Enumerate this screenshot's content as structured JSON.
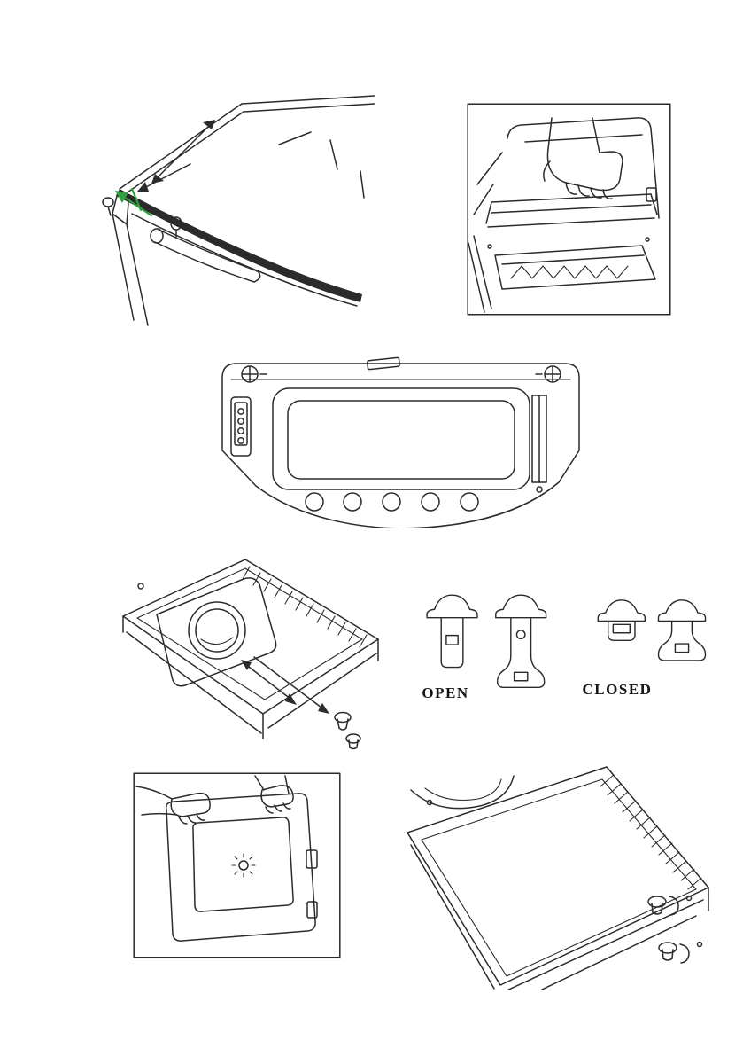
{
  "page": {
    "kind": "appliance-manual-illustration-page",
    "background": "#ffffff",
    "ink": "#2b2b2b",
    "accent_green": "#2fa03c"
  },
  "labels": {
    "open": "OPEN",
    "closed": "CLOSED"
  },
  "figures": [
    {
      "id": "lid-corner-detail",
      "alt": "Corner of glass lid with two black arrows and a green locating arrow at hinge"
    },
    {
      "id": "grill-shelf-hand",
      "alt": "Hand gripping grill shelf rail inside compartment, framed box"
    },
    {
      "id": "rear-panel",
      "alt": "Rear panel with two cross-head screws, inner panel and five round holes"
    },
    {
      "id": "hotplate-flue-corner",
      "alt": "Hotplate corner with flue collar, vent grille and arrows pointing to corner pegs"
    },
    {
      "id": "lid-pegs-open-closed",
      "alt": "Four lid pegs showing open and closed positions"
    },
    {
      "id": "oven-door-removal",
      "alt": "Two hands lifting oven door with lamp symbol on glass, framed box"
    },
    {
      "id": "hotplate-corner-pegs",
      "alt": "Large hotplate corner with vent grille and two hinge pegs"
    }
  ]
}
